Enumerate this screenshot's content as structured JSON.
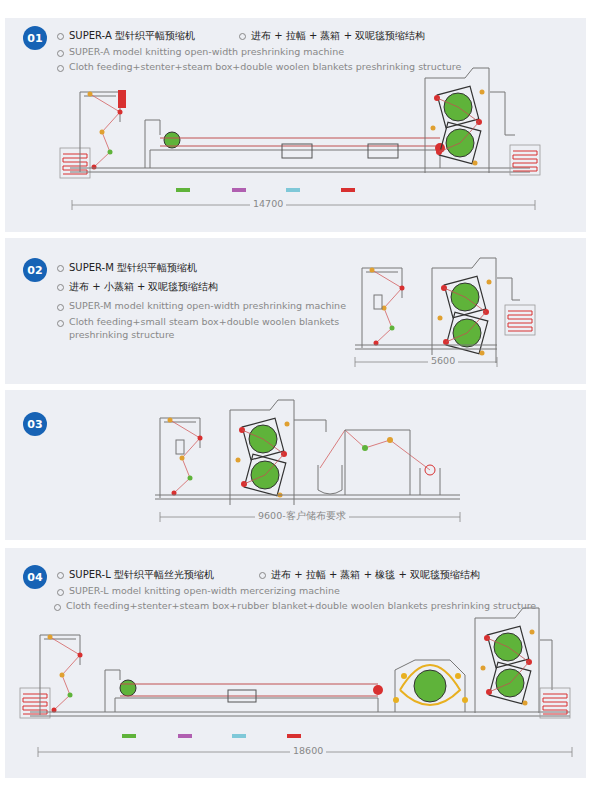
{
  "diagram": {
    "nodes": [
      {
        "text": [
          "01"
        ]
      },
      {
        "text": [
          "02"
        ]
      },
      {
        "text": [
          "03"
        ]
      },
      {
        "text": [
          "04"
        ]
      }
    ],
    "labels": [
      "SUPER-A 型针织平幅预缩机",
      "进布 + 拉幅 + 蒸箱 + 双呢毯预缩结构",
      "SUPER-A model knitting open-width preshrinking machine",
      "Cloth feeding+stenter+steam box+double woolen blankets preshrinking structure",
      "14700",
      "SUPER-M 型针织平幅预缩机",
      "进布 + 小蒸箱 + 双呢毯预缩结构",
      "SUPER-M model knitting open-width preshrinking machine",
      "Cloth feeding+small steam box+double woolen blankets preshrinking structure",
      "5600",
      "9600-客户储布要求",
      "SUPER-L 型针织平幅丝光预缩机",
      "进布 + 拉幅 + 蒸箱 + 橡毯 + 双呢毯预缩结构",
      "SUPER-L model knitting open-width mercerizing machine",
      "Cloth feeding+stenter+steam box+rubber blanket+double woolen blankets preshrinking structure",
      "18600"
    ]
  }
}
